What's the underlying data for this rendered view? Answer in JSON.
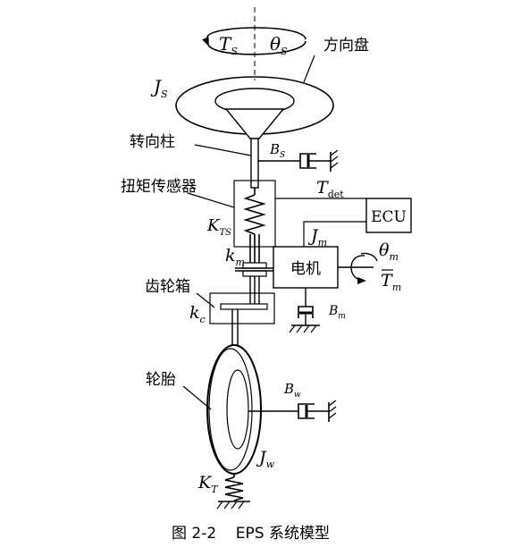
{
  "labels": {
    "steering_wheel": "方向盘",
    "steering_column": "转向柱",
    "torque_sensor": "扭矩传感器",
    "gearbox": "齿轮箱",
    "tire": "轮胎",
    "motor": "电机",
    "ecu": "ECU"
  },
  "symbols": {
    "Ts": {
      "main": "T",
      "sub": "S"
    },
    "theta_s": {
      "main": "θ",
      "sub": "S"
    },
    "Js": {
      "main": "J",
      "sub": "S"
    },
    "Bs": {
      "main": "B",
      "sub": "S"
    },
    "Tdet": {
      "main": "T",
      "sub": "det"
    },
    "Kts": {
      "main": "K",
      "sub": "TS"
    },
    "Jm": {
      "main": "J",
      "sub": "m"
    },
    "km": {
      "main": "k",
      "sub": "m"
    },
    "theta_m": {
      "main": "θ",
      "sub": "m"
    },
    "Tm": {
      "main": "T",
      "sub": "m"
    },
    "Bm": {
      "main": "B",
      "sub": "m"
    },
    "kc": {
      "main": "k",
      "sub": "c"
    },
    "Bw": {
      "main": "B",
      "sub": "w"
    },
    "Jw": {
      "main": "J",
      "sub": "w"
    },
    "Kt": {
      "main": "K",
      "sub": "T"
    }
  },
  "caption": "图 2-2    EPS 系统模型"
}
